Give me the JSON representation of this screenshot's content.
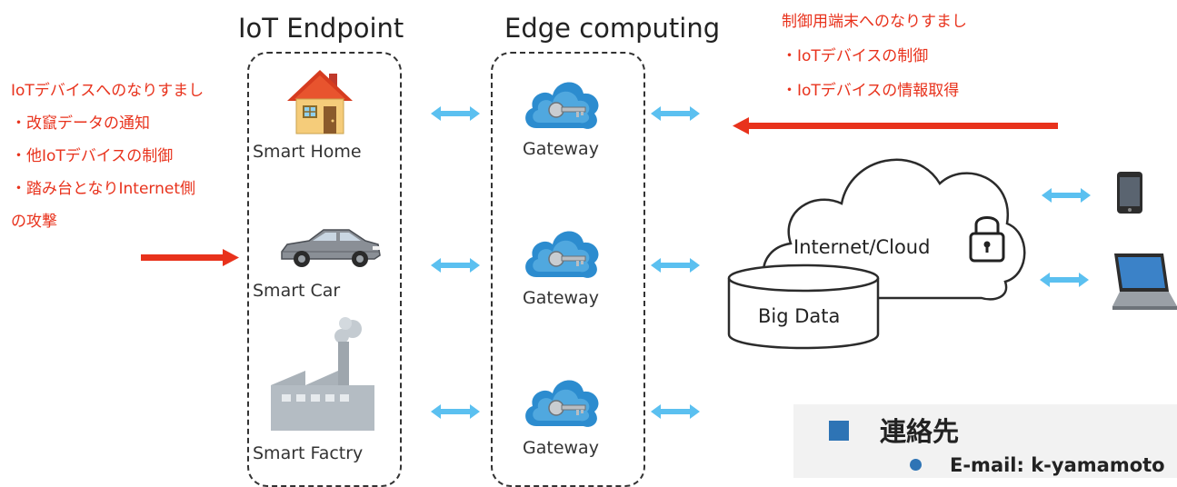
{
  "columns": {
    "endpoint_title": "IoT Endpoint",
    "edge_title": "Edge computing"
  },
  "endpoints": [
    {
      "label": "Smart Home",
      "icon": "house-icon"
    },
    {
      "label": "Smart Car",
      "icon": "car-icon"
    },
    {
      "label": "Smart Factry",
      "icon": "factory-icon"
    }
  ],
  "gateways": [
    {
      "label": "Gateway",
      "icon": "cloud-key-icon"
    },
    {
      "label": "Gateway",
      "icon": "cloud-key-icon"
    },
    {
      "label": "Gateway",
      "icon": "cloud-key-icon"
    }
  ],
  "left_threats": {
    "lines": [
      "IoTデバイスへのなりすまし",
      "・改竄データの通知",
      "・他IoTデバイスの制御",
      "・踏み台となりInternet側",
      "の攻撃"
    ]
  },
  "right_threats": {
    "lines": [
      "制御用端末へのなりすまし",
      "・IoTデバイスの制御",
      "・IoTデバイスの情報取得"
    ]
  },
  "cloud": {
    "label": "Internet/Cloud",
    "big_data_label": "Big Data"
  },
  "contact": {
    "heading": "連絡先",
    "email": "E-mail: k-yamamoto"
  },
  "colors": {
    "threat_red": "#e8321c",
    "arrow_blue": "#5bc0f0",
    "contact_square": "#2e74b5"
  }
}
